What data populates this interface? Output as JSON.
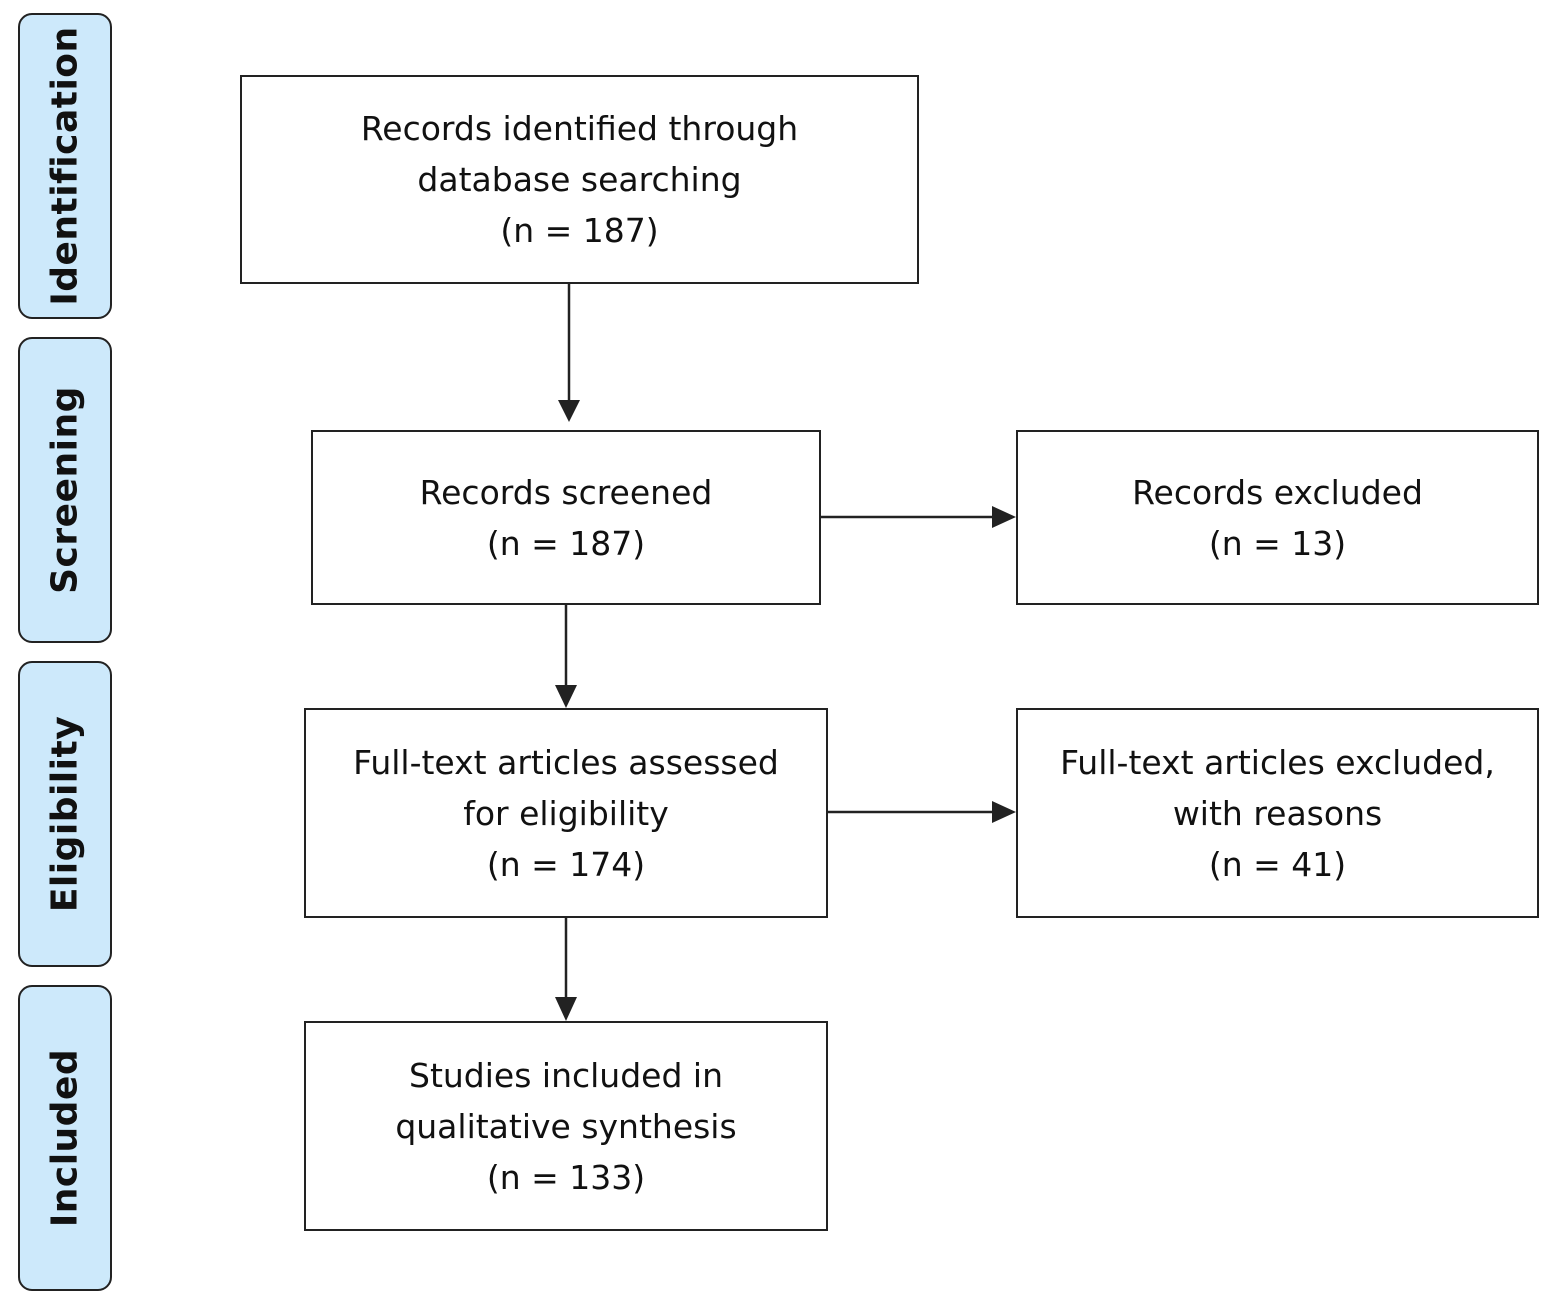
{
  "stages": {
    "identification": "Identification",
    "screening": "Screening",
    "eligibility": "Eligibility",
    "included": "Included"
  },
  "boxes": {
    "identified": {
      "line1": "Records identified through",
      "line2": "database searching",
      "count": "(n = 187)"
    },
    "screened": {
      "line1": "Records screened",
      "count": "(n = 187)"
    },
    "excluded": {
      "line1": "Records excluded",
      "count": "(n = 13)"
    },
    "assessed": {
      "line1": "Full-text articles assessed",
      "line2": "for eligibility",
      "count": "(n = 174)"
    },
    "fulltext_excluded": {
      "line1": "Full-text articles excluded,",
      "line2": "with reasons",
      "count": "(n = 41)"
    },
    "included": {
      "line1": "Studies included in",
      "line2": "qualitative synthesis",
      "count": "(n =  133)"
    }
  },
  "colors": {
    "stage_fill": "#cde9fb",
    "stroke": "#222222"
  }
}
